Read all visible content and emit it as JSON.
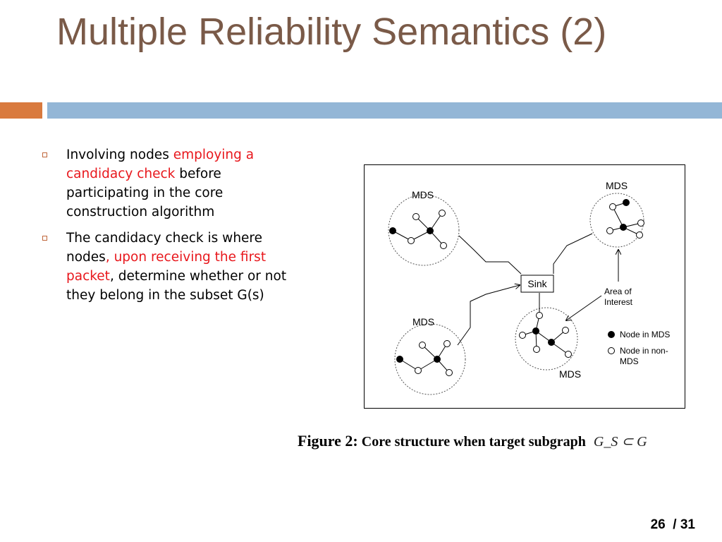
{
  "slide": {
    "title": "Multiple Reliability Semantics (2)",
    "bullets": [
      {
        "parts": [
          {
            "text": "Involving nodes ",
            "red": false
          },
          {
            "text": "employing a candidacy check",
            "red": true
          },
          {
            "text": " before participating in the core construction algorithm",
            "red": false
          }
        ]
      },
      {
        "parts": [
          {
            "text": "The candidacy check is where nodes",
            "red": false
          },
          {
            "text": ", upon receiving the first packet",
            "red": true
          },
          {
            "text": ", determine whether or not they belong in the subset G(s)",
            "red": false
          }
        ]
      }
    ],
    "figure": {
      "mds_label": "MDS",
      "sink_label": "Sink",
      "area_label_line1": "Area of",
      "area_label_line2": "Interest",
      "legend_mds": "Node in MDS",
      "legend_non_mds_line1": "Node in non-",
      "legend_non_mds_line2": "MDS"
    },
    "caption": {
      "label": "Figure 2:",
      "text": "Core structure when target subgraph",
      "math": "G_S ⊂ G"
    },
    "page": {
      "current": "26",
      "separator": "/",
      "total": "31"
    },
    "colors": {
      "title": "#7a5a48",
      "accent_orange": "#d97a3e",
      "accent_blue": "#93b6d6",
      "highlight_red": "#e8171c"
    }
  }
}
